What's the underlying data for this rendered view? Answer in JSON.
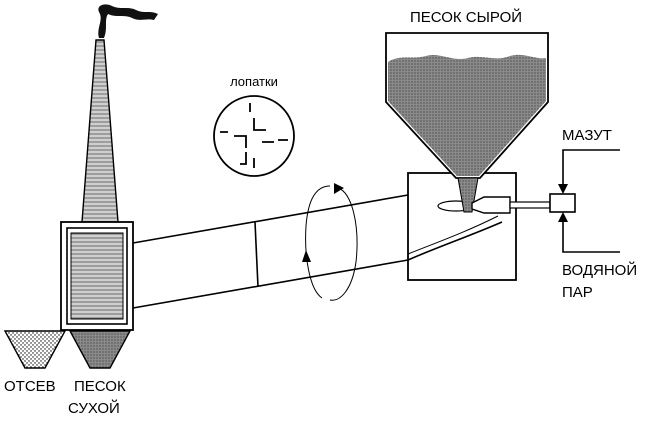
{
  "labels": {
    "sand_raw": "ПЕСОК СЫРОЙ",
    "blades": "лопатки",
    "fuel_oil": "МАЗУТ",
    "steam_line1": "ВОДЯНОЙ",
    "steam_line2": "ПАР",
    "screenings": "ОТСЕВ",
    "sand_dry_line1": "ПЕСОК",
    "sand_dry_line2": "СУХОЙ"
  },
  "colors": {
    "line": "#000000",
    "sand_fill": "#9a9a9a",
    "background": "#ffffff"
  }
}
